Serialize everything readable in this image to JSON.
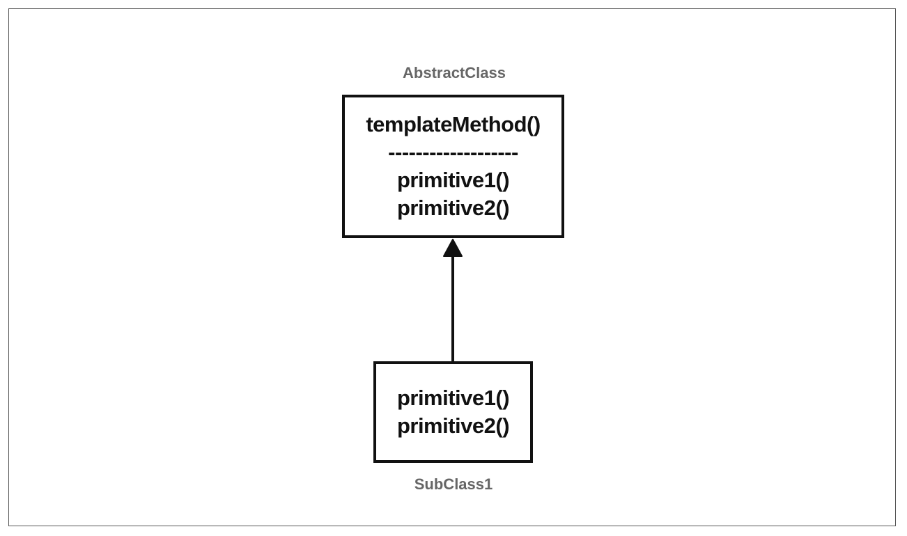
{
  "colors": {
    "caption": "#666666",
    "box_border": "#111111",
    "text": "#111111",
    "frame": "#555555"
  },
  "abstract_class": {
    "caption": "AbstractClass",
    "template_method": "templateMethod()",
    "separator": "-------------------",
    "methods": [
      "primitive1()",
      "primitive2()"
    ]
  },
  "sub_class": {
    "caption": "SubClass1",
    "methods": [
      "primitive1()",
      "primitive2()"
    ]
  }
}
